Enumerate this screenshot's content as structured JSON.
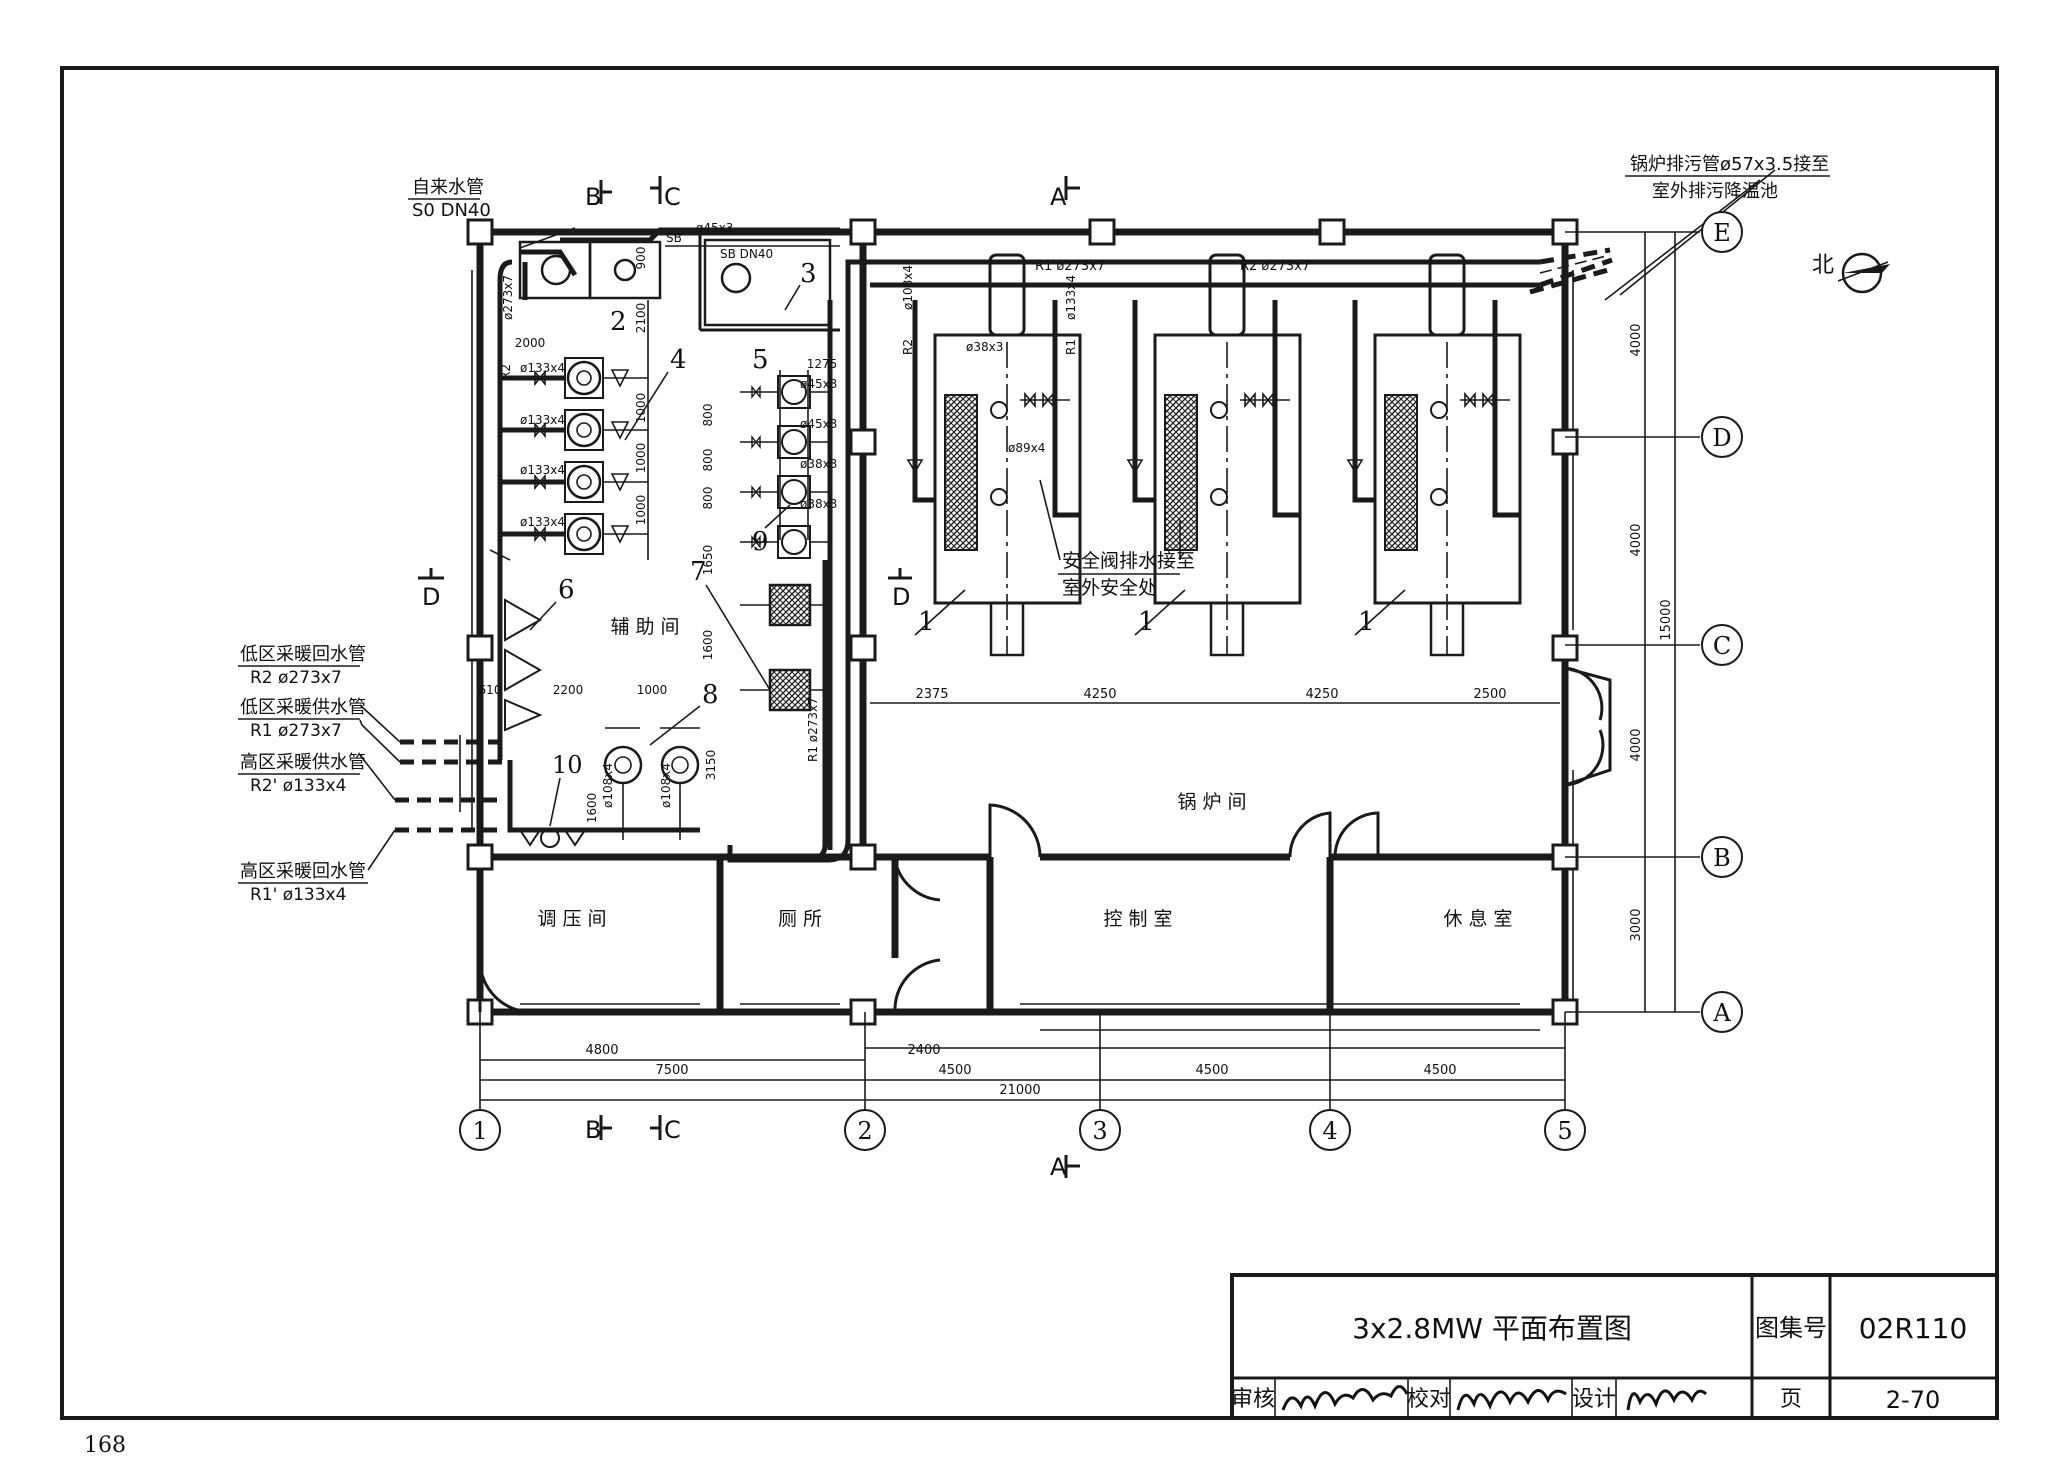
{
  "page_number": "168",
  "title_block": {
    "drawing_title": "3x2.8MW 平面布置图",
    "atlas_label": "图集号",
    "atlas_number": "02R110",
    "review_label": "审核",
    "check_label": "校对",
    "design_label": "设计",
    "page_label": "页",
    "page_value": "2-70"
  },
  "north_label": "北",
  "rooms": {
    "aux": "辅 助 间",
    "boiler": "锅 炉 间",
    "pressure": "调 压 间",
    "toilet": "厕 所",
    "control": "控 制 室",
    "rest": "休 息 室"
  },
  "notes": {
    "tap_water_1": "自来水管",
    "tap_water_2": "S0 DN40",
    "blowdown_1": "锅炉排污管ø57x3.5接至",
    "blowdown_2": "室外排污降温池",
    "safety_1": "安全阀排水接至",
    "safety_2": "室外安全处",
    "low_return_1": "低区采暖回水管",
    "low_return_2": "R2  ø273x7",
    "low_supply_1": "低区采暖供水管",
    "low_supply_2": "R1  ø273x7",
    "high_supply_1": "高区采暖供水管",
    "high_supply_2": "R2'  ø133x4",
    "high_return_1": "高区采暖回水管",
    "high_return_2": "R1'  ø133x4"
  },
  "pipe_labels": {
    "sb_45": "ø45x3",
    "sb": "SB",
    "sb_dn40": "SB  DN40",
    "r1_main": "R1   ø273x7",
    "r2_main": "R2   ø273x7",
    "r2_vert": "R2",
    "d273": "ø273x7",
    "d133_1": "ø133x4",
    "d133_2": "ø133x4",
    "d133_3": "ø133x4",
    "d133_4": "ø133x4",
    "d45_1": "ø45x3",
    "d45_2": "ø45x3",
    "d38_1": "ø38x3",
    "d38_2": "ø38x3",
    "b_108": "ø108x4",
    "b_133": "ø133x4",
    "b_r2": "R2",
    "b_r1": "R1",
    "b_38": "ø38x3",
    "b_89": "ø89x4",
    "r1_vert": "R1  ø273x7",
    "p_108_1": "ø108x4",
    "p_108_2": "ø108x4"
  },
  "inner_dims": {
    "d900": "900",
    "d2100": "2100",
    "d2000": "2000",
    "d1275": "1275",
    "d1000a": "1000",
    "d1000b": "1000",
    "d1000c": "1000",
    "d800a": "800",
    "d800b": "800",
    "d800c": "800",
    "d1650": "1650",
    "d1600a": "1600",
    "d610": "610",
    "d2200": "2200",
    "d1000d": "1000",
    "d3150": "3150",
    "d1600b": "1600",
    "d2375": "2375",
    "d4250a": "4250",
    "d4250b": "4250",
    "d2500": "2500"
  },
  "bottom_dims": {
    "d4800": "4800",
    "d2400": "2400",
    "d7500": "7500",
    "d4500a": "4500",
    "d4500b": "4500",
    "d4500c": "4500",
    "d21000": "21000"
  },
  "right_dims": {
    "d4000a": "4000",
    "d4000b": "4000",
    "d4000c": "4000",
    "d3000": "3000",
    "d15000": "15000"
  },
  "grid_axes": {
    "x1": "1",
    "x2": "2",
    "x3": "3",
    "x4": "4",
    "x5": "5",
    "ya": "A",
    "yb": "B",
    "yc": "C",
    "yd": "D",
    "ye": "E"
  },
  "section_marks": {
    "a_top": "A",
    "a_bot": "A",
    "b_top": "B",
    "b_bot": "B",
    "c_top": "C",
    "c_bot": "C",
    "d_left": "D",
    "d_mid": "D"
  },
  "equipment_numbers": {
    "n1a": "1",
    "n1b": "1",
    "n1c": "1",
    "n2": "2",
    "n3": "3",
    "n4": "4",
    "n5": "5",
    "n6": "6",
    "n7": "7",
    "n8": "8",
    "n9": "9",
    "n10": "10"
  }
}
